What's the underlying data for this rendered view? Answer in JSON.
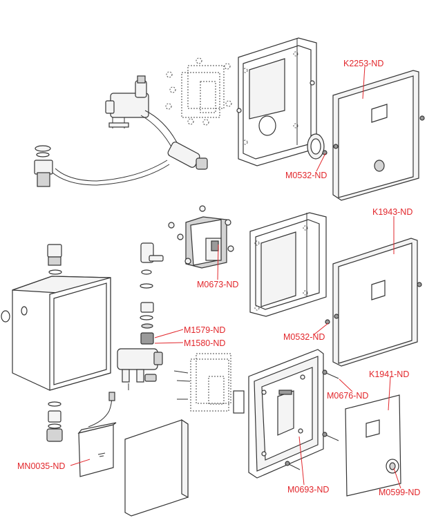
{
  "diagram": {
    "labels": {
      "k2253": "K2253-ND",
      "m0532_top": "M0532-ND",
      "k1943": "K1943-ND",
      "m0673": "M0673-ND",
      "m1579": "M1579-ND",
      "m1580": "M1580-ND",
      "m0532_mid": "M0532-ND",
      "k1941": "K1941-ND",
      "m0676": "M0676-ND",
      "mn0035": "MN0035-ND",
      "m0693": "M0693-ND",
      "m0599": "M0599-ND"
    },
    "label_color": "#e2262b",
    "line_color": "#333333"
  }
}
